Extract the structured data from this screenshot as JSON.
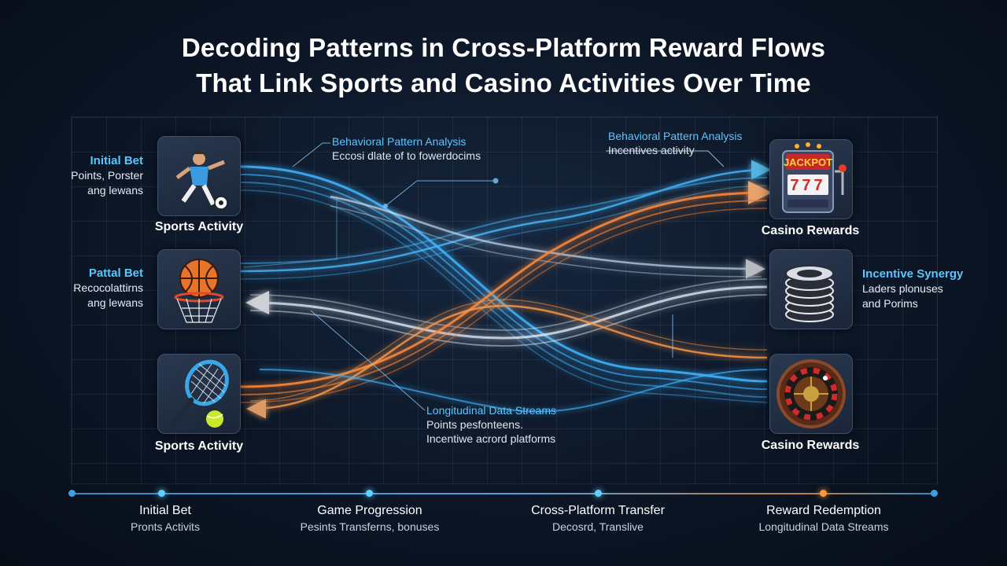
{
  "title": {
    "line1": "Decoding Patterns in Cross-Platform Reward Flows",
    "line2": "That Link Sports and Casino Activities Over Time"
  },
  "left_nodes": [
    {
      "icon": "soccer-player-icon",
      "caption": "Sports Activity"
    },
    {
      "icon": "basketball-hoop-icon",
      "caption": ""
    },
    {
      "icon": "tennis-racket-icon",
      "caption": "Sports Activity"
    }
  ],
  "right_nodes": [
    {
      "icon": "slot-machine-icon",
      "caption": "Casino Rewards",
      "jackpot": "JACKPOT",
      "reels": "777"
    },
    {
      "icon": "poker-chips-icon",
      "caption": ""
    },
    {
      "icon": "roulette-wheel-icon",
      "caption": "Casino Rewards"
    }
  ],
  "left_labels": [
    {
      "heading": "Initial Bet",
      "line1": "Points, Porster",
      "line2": "ang lewans"
    },
    {
      "heading": "Pattal Bet",
      "line1": "Recocolattirns",
      "line2": "ang lewans"
    }
  ],
  "right_labels": [
    {
      "heading": "Incentive Synergy",
      "line1": "Laders plonuses",
      "line2": "and Porims"
    }
  ],
  "annotations": {
    "top_center": {
      "heading": "Behavioral Pattern Analysis",
      "text": "Eccosi dlate of to fowerdocims"
    },
    "top_right": {
      "heading": "Behavioral Pattern Analysis",
      "text": "Incentives activity"
    },
    "bottom_center": {
      "heading": "Longitudinal Data Streams",
      "line1": "Points pesfonteens.",
      "line2": "Incentiwe acrord platforms"
    }
  },
  "timeline": [
    {
      "heading": "Initial Bet",
      "sub": "Pronts Activits"
    },
    {
      "heading": "Game Progression",
      "sub": "Pesints Transferns, bonuses"
    },
    {
      "heading": "Cross-Platform Transfer",
      "sub": "Decosrd, Translive"
    },
    {
      "heading": "Reward Redemption",
      "sub": "Longitudinal Data Streams"
    }
  ],
  "colors": {
    "blue_flow": "#3fb4ff",
    "orange_flow": "#ff8a3a",
    "white_flow": "#e8f4ff",
    "accent_text": "#5cc6ff",
    "timeline_orange_dot": "#ff9a3a"
  }
}
